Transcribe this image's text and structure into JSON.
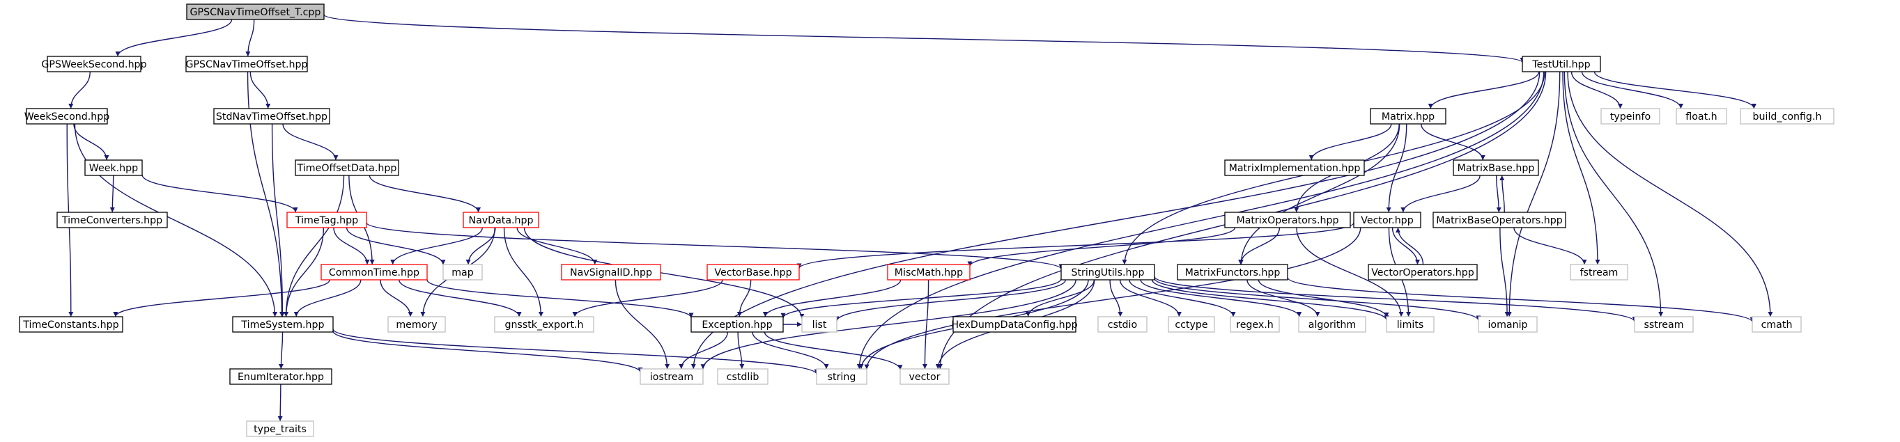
{
  "colors": {
    "edge": "#191970",
    "node_border_default": "#000000",
    "node_border_external": "#bfbfbf",
    "node_border_truncated": "#ff0000",
    "root_fill": "#bfbfbf",
    "label": "#000000"
  },
  "nodes": [
    {
      "id": "root",
      "label": "GPSCNavTimeOffset_T.cpp",
      "kind": "root"
    },
    {
      "id": "gpsweeksecond",
      "label": "GPSWeekSecond.hpp",
      "kind": "file"
    },
    {
      "id": "gpscnavtimeoffset",
      "label": "GPSCNavTimeOffset.hpp",
      "kind": "file"
    },
    {
      "id": "testutil",
      "label": "TestUtil.hpp",
      "kind": "file"
    },
    {
      "id": "weeksecond",
      "label": "WeekSecond.hpp",
      "kind": "file"
    },
    {
      "id": "stdnavtimeoffset",
      "label": "StdNavTimeOffset.hpp",
      "kind": "file"
    },
    {
      "id": "week",
      "label": "Week.hpp",
      "kind": "file"
    },
    {
      "id": "timeoffsetdata",
      "label": "TimeOffsetData.hpp",
      "kind": "file"
    },
    {
      "id": "timeconverters",
      "label": "TimeConverters.hpp",
      "kind": "file"
    },
    {
      "id": "timetag",
      "label": "TimeTag.hpp",
      "kind": "truncated"
    },
    {
      "id": "navdata",
      "label": "NavData.hpp",
      "kind": "truncated"
    },
    {
      "id": "commontime",
      "label": "CommonTime.hpp",
      "kind": "truncated"
    },
    {
      "id": "map",
      "label": "map",
      "kind": "external"
    },
    {
      "id": "navsignalid",
      "label": "NavSignalID.hpp",
      "kind": "truncated"
    },
    {
      "id": "timeconstants",
      "label": "TimeConstants.hpp",
      "kind": "file"
    },
    {
      "id": "timesystem",
      "label": "TimeSystem.hpp",
      "kind": "file"
    },
    {
      "id": "memory",
      "label": "memory",
      "kind": "external"
    },
    {
      "id": "gnsstk_export",
      "label": "gnsstk_export.h",
      "kind": "external"
    },
    {
      "id": "list",
      "label": "list",
      "kind": "external"
    },
    {
      "id": "enumiterator",
      "label": "EnumIterator.hpp",
      "kind": "file"
    },
    {
      "id": "type_traits",
      "label": "type_traits",
      "kind": "external"
    },
    {
      "id": "iostream",
      "label": "iostream",
      "kind": "external"
    },
    {
      "id": "cstdlib",
      "label": "cstdlib",
      "kind": "external"
    },
    {
      "id": "string",
      "label": "string",
      "kind": "external"
    },
    {
      "id": "vector",
      "label": "vector",
      "kind": "external"
    },
    {
      "id": "matrix",
      "label": "Matrix.hpp",
      "kind": "file"
    },
    {
      "id": "matriximpl",
      "label": "MatrixImplementation.hpp",
      "kind": "file"
    },
    {
      "id": "matrixbase",
      "label": "MatrixBase.hpp",
      "kind": "file"
    },
    {
      "id": "matrixoperators",
      "label": "MatrixOperators.hpp",
      "kind": "file"
    },
    {
      "id": "vectorhpp",
      "label": "Vector.hpp",
      "kind": "file"
    },
    {
      "id": "matrixbaseops",
      "label": "MatrixBaseOperators.hpp",
      "kind": "file"
    },
    {
      "id": "vectorbase",
      "label": "VectorBase.hpp",
      "kind": "truncated"
    },
    {
      "id": "miscmath",
      "label": "MiscMath.hpp",
      "kind": "truncated"
    },
    {
      "id": "stringutils",
      "label": "StringUtils.hpp",
      "kind": "file"
    },
    {
      "id": "matrixfunctors",
      "label": "MatrixFunctors.hpp",
      "kind": "file"
    },
    {
      "id": "vectoroperators",
      "label": "VectorOperators.hpp",
      "kind": "file"
    },
    {
      "id": "exception",
      "label": "Exception.hpp",
      "kind": "file"
    },
    {
      "id": "hexdump",
      "label": "HexDumpDataConfig.hpp",
      "kind": "file"
    },
    {
      "id": "cstdio",
      "label": "cstdio",
      "kind": "external"
    },
    {
      "id": "cctype",
      "label": "cctype",
      "kind": "external"
    },
    {
      "id": "regexh",
      "label": "regex.h",
      "kind": "external"
    },
    {
      "id": "algorithm",
      "label": "algorithm",
      "kind": "external"
    },
    {
      "id": "limits",
      "label": "limits",
      "kind": "external"
    },
    {
      "id": "iomanip",
      "label": "iomanip",
      "kind": "external"
    },
    {
      "id": "sstream",
      "label": "sstream",
      "kind": "external"
    },
    {
      "id": "cmath",
      "label": "cmath",
      "kind": "external"
    },
    {
      "id": "fstream",
      "label": "fstream",
      "kind": "external"
    },
    {
      "id": "typeinfo",
      "label": "typeinfo",
      "kind": "external"
    },
    {
      "id": "floath",
      "label": "float.h",
      "kind": "external"
    },
    {
      "id": "build_config",
      "label": "build_config.h",
      "kind": "external"
    }
  ],
  "edges": [
    [
      "root",
      "gpsweeksecond"
    ],
    [
      "root",
      "gpscnavtimeoffset"
    ],
    [
      "root",
      "testutil"
    ],
    [
      "gpsweeksecond",
      "weeksecond"
    ],
    [
      "weeksecond",
      "week"
    ],
    [
      "weeksecond",
      "timeconstants"
    ],
    [
      "weeksecond",
      "timesystem"
    ],
    [
      "week",
      "timeconverters"
    ],
    [
      "week",
      "timetag"
    ],
    [
      "gpscnavtimeoffset",
      "stdnavtimeoffset"
    ],
    [
      "gpscnavtimeoffset",
      "timesystem"
    ],
    [
      "stdnavtimeoffset",
      "timeoffsetdata"
    ],
    [
      "stdnavtimeoffset",
      "timesystem"
    ],
    [
      "timeoffsetdata",
      "navdata"
    ],
    [
      "timeoffsetdata",
      "commontime"
    ],
    [
      "timeoffsetdata",
      "timesystem"
    ],
    [
      "timetag",
      "commontime"
    ],
    [
      "timetag",
      "timesystem"
    ],
    [
      "timetag",
      "map"
    ],
    [
      "timetag",
      "stringutils"
    ],
    [
      "navdata",
      "commontime"
    ],
    [
      "navdata",
      "map"
    ],
    [
      "navdata",
      "navsignalid"
    ],
    [
      "navdata",
      "memory"
    ],
    [
      "navdata",
      "gnsstk_export"
    ],
    [
      "navdata",
      "list"
    ],
    [
      "navsignalid",
      "iostream"
    ],
    [
      "commontime",
      "timeconstants"
    ],
    [
      "commontime",
      "timesystem"
    ],
    [
      "commontime",
      "memory"
    ],
    [
      "commontime",
      "gnsstk_export"
    ],
    [
      "commontime",
      "exception"
    ],
    [
      "timesystem",
      "enumiterator"
    ],
    [
      "timesystem",
      "iostream"
    ],
    [
      "timesystem",
      "string"
    ],
    [
      "enumiterator",
      "type_traits"
    ],
    [
      "testutil",
      "matrix"
    ],
    [
      "testutil",
      "stringutils"
    ],
    [
      "testutil",
      "iostream"
    ],
    [
      "testutil",
      "vector"
    ],
    [
      "testutil",
      "typeinfo"
    ],
    [
      "testutil",
      "floath"
    ],
    [
      "testutil",
      "build_config"
    ],
    [
      "testutil",
      "fstream"
    ],
    [
      "testutil",
      "iomanip"
    ],
    [
      "testutil",
      "sstream"
    ],
    [
      "testutil",
      "cmath"
    ],
    [
      "testutil",
      "string"
    ],
    [
      "matrix",
      "matriximpl"
    ],
    [
      "matrix",
      "matrixbase"
    ],
    [
      "matrix",
      "matrixoperators"
    ],
    [
      "matrix",
      "vectorhpp"
    ],
    [
      "matrix",
      "matrixfunctors"
    ],
    [
      "matrixbase",
      "matrixbaseops"
    ],
    [
      "matrixbase",
      "vectorhpp"
    ],
    [
      "matrixbaseops",
      "matrixbase"
    ],
    [
      "matrixbaseops",
      "fstream"
    ],
    [
      "matrixbaseops",
      "iomanip"
    ],
    [
      "matrixoperators",
      "matrixfunctors"
    ],
    [
      "matrixoperators",
      "miscmath"
    ],
    [
      "matrixoperators",
      "limits"
    ],
    [
      "vectorhpp",
      "vectorbase"
    ],
    [
      "vectorhpp",
      "vectoroperators"
    ],
    [
      "vectorhpp",
      "limits"
    ],
    [
      "vectorhpp",
      "string"
    ],
    [
      "vectoroperators",
      "vectorhpp"
    ],
    [
      "vectorbase",
      "exception"
    ],
    [
      "vectorbase",
      "gnsstk_export"
    ],
    [
      "miscmath",
      "exception"
    ],
    [
      "miscmath",
      "vector"
    ],
    [
      "stringutils",
      "exception"
    ],
    [
      "stringutils",
      "hexdump"
    ],
    [
      "stringutils",
      "list"
    ],
    [
      "stringutils",
      "cstdio"
    ],
    [
      "stringutils",
      "cctype"
    ],
    [
      "stringutils",
      "regexh"
    ],
    [
      "stringutils",
      "algorithm"
    ],
    [
      "stringutils",
      "limits"
    ],
    [
      "stringutils",
      "iomanip"
    ],
    [
      "stringutils",
      "sstream"
    ],
    [
      "stringutils",
      "iostream"
    ],
    [
      "stringutils",
      "string"
    ],
    [
      "stringutils",
      "vector"
    ],
    [
      "matrixfunctors",
      "algorithm"
    ],
    [
      "matrixfunctors",
      "limits"
    ],
    [
      "matrixfunctors",
      "cmath"
    ],
    [
      "exception",
      "iostream"
    ],
    [
      "exception",
      "cstdlib"
    ],
    [
      "exception",
      "string"
    ],
    [
      "exception",
      "vector"
    ],
    [
      "exception",
      "list"
    ]
  ]
}
